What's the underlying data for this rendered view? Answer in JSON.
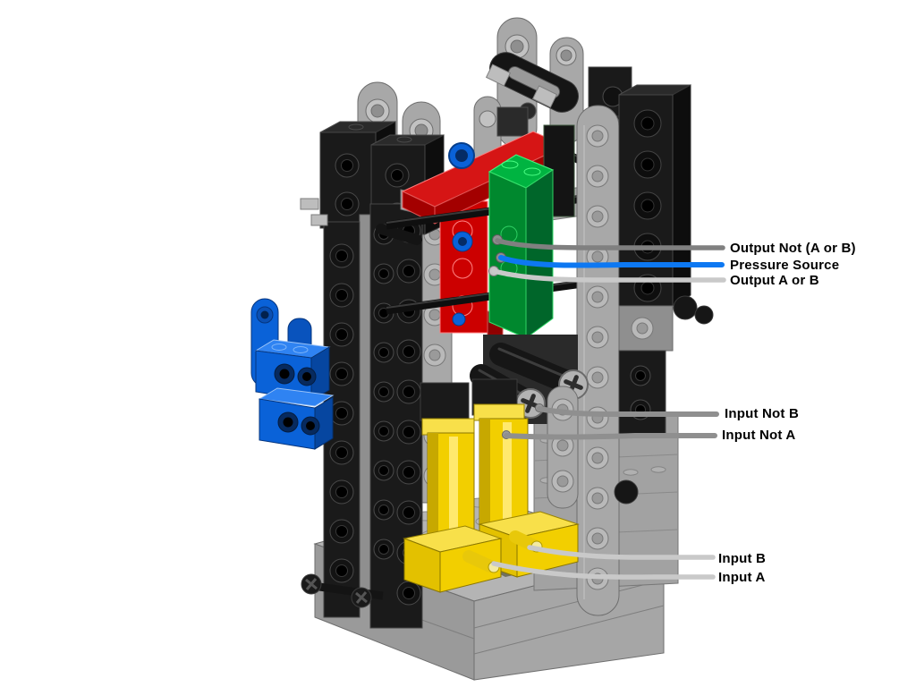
{
  "callouts": [
    {
      "id": "output-not-a-or-b",
      "label": "Output Not (A or B)",
      "line_color": "#808080"
    },
    {
      "id": "pressure-source",
      "label": "Pressure Source",
      "line_color": "#0d78f2"
    },
    {
      "id": "output-a-or-b",
      "label": "Output A or B",
      "line_color": "#c9c9c9"
    },
    {
      "id": "input-not-b",
      "label": "Input Not B",
      "line_color": "#8f8f8f"
    },
    {
      "id": "input-not-a",
      "label": "Input Not A",
      "line_color": "#8f8f8f"
    },
    {
      "id": "input-b",
      "label": "Input B",
      "line_color": "#c9c9c9"
    },
    {
      "id": "input-a",
      "label": "Input A",
      "line_color": "#c9c9c9"
    }
  ],
  "palette": {
    "black": "#1a1a1a",
    "base_gray": "#b2b2b2",
    "light_gray": "#a8a8a8",
    "red": "#cc0000",
    "green": "#00882e",
    "blue": "#0a62d8",
    "yellow": "#f2cf00"
  }
}
